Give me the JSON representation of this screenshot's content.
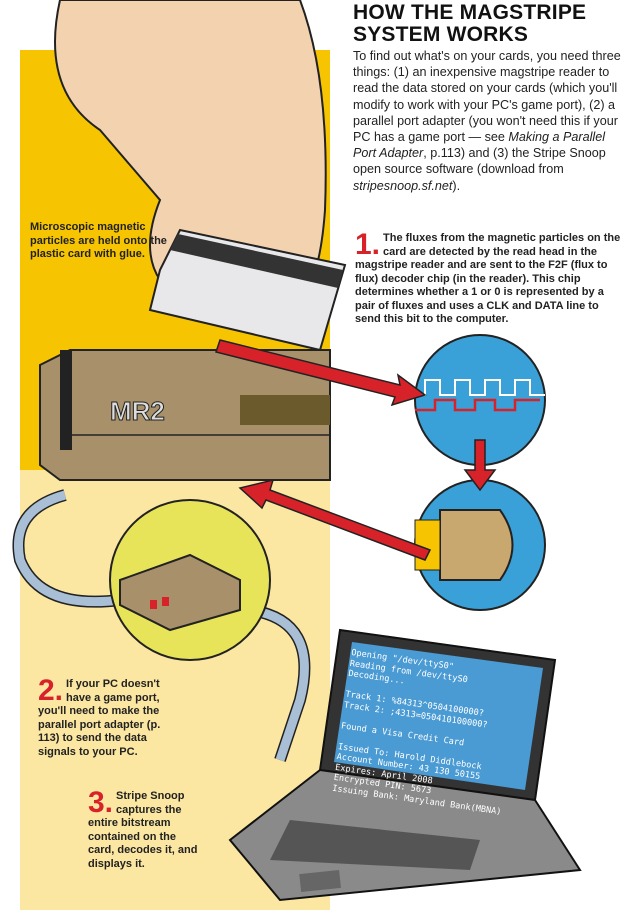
{
  "header": {
    "title_line1": "HOW THE MAGSTRIPE",
    "title_line2": "SYSTEM WORKS"
  },
  "intro": {
    "part1": "To find out what's on your cards, you need three things: (1) an inexpensive magstripe reader to read the data stored on your cards (which you'll modify to work with your PC's game port), (2) a parallel port adapter (you won't need this if your PC has a game port — see ",
    "ref_title": "Making a Parallel Port Adapter",
    "part2": ", p.113) and (3) the Stripe Snoop open source software (download from ",
    "url": "stripesnoop.sf.net",
    "part3": ")."
  },
  "callouts": {
    "particles": "Microscopic magnetic particles are held onto the plastic card with glue.",
    "step1_num": "1.",
    "step1": "The fluxes from the magnetic particles on the card are detected by the read head in the magstripe reader and are sent to the F2F (flux to flux) decoder chip (in the reader). This chip determines whether a 1 or 0 is represented by a pair of fluxes and uses a CLK and DATA line to send this bit to the computer.",
    "step2_num": "2.",
    "step2": "If your PC doesn't have a game port, you'll need to make the parallel port adapter (p. 113) to send the data signals to your PC.",
    "step3_num": "3.",
    "step3": "Stripe Snoop captures the entire bitstream contained on the card, decodes it, and displays it."
  },
  "reader": {
    "label": "MR2"
  },
  "screen": {
    "lines": [
      "Opening \"/dev/ttyS0\"",
      "Reading from /dev/ttyS0",
      "Decoding...",
      "",
      "Track 1: %84313^0504100000?",
      "Track 2: ;4313=050410100000?",
      "",
      "Found a Visa Credit Card",
      "",
      "Issued To: Harold Diddlebock",
      "Account Number: 43 130 50155",
      "Expires: April 2008",
      "Encrypted PIN: 5673",
      "Issuing Bank: Maryland Bank(MBNA)"
    ]
  },
  "colors": {
    "yellow": "#f6c400",
    "pale_yellow": "#fbe7a2",
    "red": "#d8222a",
    "screen_blue": "#4a9ad4",
    "reader_tan": "#a8916a"
  }
}
